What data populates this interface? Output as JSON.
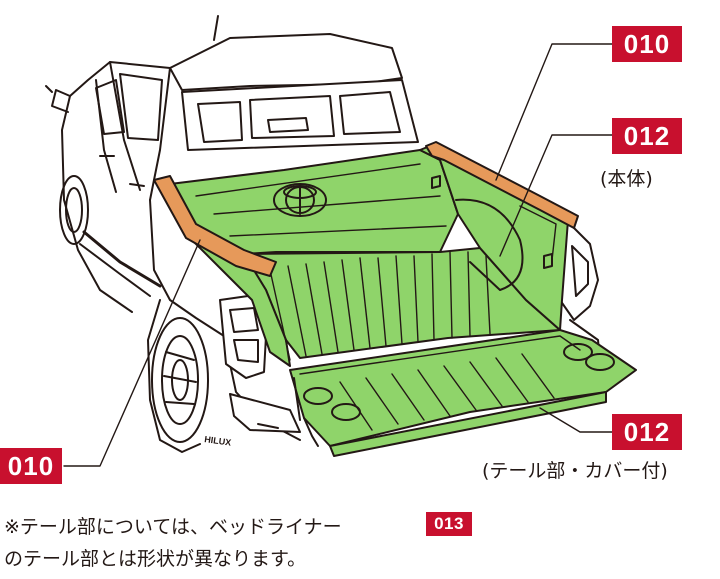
{
  "labels": {
    "top_right": "010",
    "mid_right": "012",
    "mid_right_caption": "(本体)",
    "bottom_right": "012",
    "bottom_right_caption": "(テール部・カバー付)",
    "bottom_left": "010"
  },
  "truck_badge": "HILUX",
  "note": {
    "line1": "※テール部については、ベッドライナー",
    "badge": "013",
    "line2": "のテール部とは形状が異なります。"
  },
  "colors": {
    "liner_green": "#8fd46a",
    "rail_orange": "#e6995a",
    "badge_red": "#c8102e",
    "outline": "#231815"
  }
}
